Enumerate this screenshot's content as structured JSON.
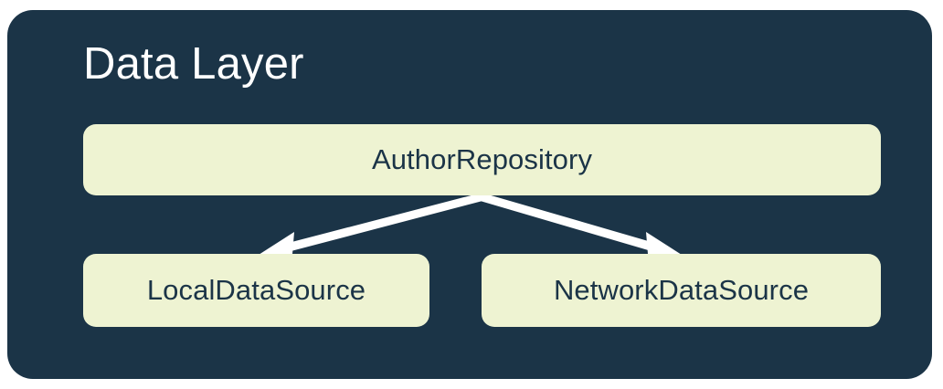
{
  "diagram": {
    "title": "Data Layer",
    "background_color": "#1B3447",
    "node_fill_color": "#EEF3D2",
    "node_text_color": "#1B3447",
    "title_color": "#FFFFFF",
    "arrow_color": "#FFFFFF",
    "canvas_background": "#FFFFFF",
    "nodes": [
      {
        "id": "repository",
        "label": "AuthorRepository",
        "level": 0
      },
      {
        "id": "local",
        "label": "LocalDataSource",
        "level": 1
      },
      {
        "id": "network",
        "label": "NetworkDataSource",
        "level": 1
      }
    ],
    "edges": [
      {
        "from": "repository",
        "to": "local",
        "style": "solid-arrow"
      },
      {
        "from": "repository",
        "to": "network",
        "style": "solid-arrow"
      }
    ]
  }
}
